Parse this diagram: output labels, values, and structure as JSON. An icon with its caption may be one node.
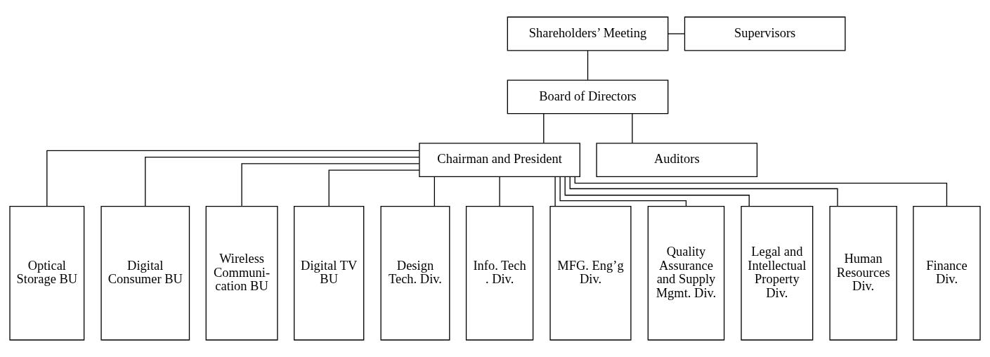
{
  "diagram": {
    "nodes": [
      {
        "text": [
          "Shareholders’ Meeting"
        ]
      },
      {
        "text": [
          "Supervisors"
        ]
      },
      {
        "text": [
          "Board of Directors"
        ]
      },
      {
        "text": [
          "Chairman and President"
        ]
      },
      {
        "text": [
          "Auditors"
        ]
      },
      {
        "text": [
          "Optical Storage BU"
        ]
      },
      {
        "text": [
          "Digital Consumer BU"
        ]
      },
      {
        "text": [
          "Wireless Communi- cation BU"
        ]
      },
      {
        "text": [
          "Digital TV BU"
        ]
      },
      {
        "text": [
          "Design Tech. Div."
        ]
      },
      {
        "text": [
          "Info. Tech . Div."
        ]
      },
      {
        "text": [
          "MFG. Eng’g Div."
        ]
      },
      {
        "text": [
          "Quality Assurance and Supply Mgmt. Div."
        ]
      },
      {
        "text": [
          "Legal and Intellectual Property Div."
        ]
      },
      {
        "text": [
          "Human Resources Div."
        ]
      },
      {
        "text": [
          "Finance Div."
        ]
      }
    ],
    "edges": [
      {
        "from": 0,
        "to": 1,
        "arrow": "none"
      },
      {
        "from": 0,
        "to": 2,
        "arrow": "none"
      },
      {
        "from": 2,
        "to": 3,
        "arrow": "none"
      },
      {
        "from": 2,
        "to": 4,
        "arrow": "none"
      },
      {
        "from": 3,
        "to": 5,
        "arrow": "none"
      },
      {
        "from": 3,
        "to": 6,
        "arrow": "none"
      },
      {
        "from": 3,
        "to": 7,
        "arrow": "none"
      },
      {
        "from": 3,
        "to": 8,
        "arrow": "none"
      },
      {
        "from": 3,
        "to": 9,
        "arrow": "none"
      },
      {
        "from": 3,
        "to": 10,
        "arrow": "none"
      },
      {
        "from": 3,
        "to": 11,
        "arrow": "none"
      },
      {
        "from": 3,
        "to": 12,
        "arrow": "none"
      },
      {
        "from": 3,
        "to": 13,
        "arrow": "none"
      },
      {
        "from": 3,
        "to": 14,
        "arrow": "none"
      },
      {
        "from": 3,
        "to": 15,
        "arrow": "none"
      }
    ]
  }
}
